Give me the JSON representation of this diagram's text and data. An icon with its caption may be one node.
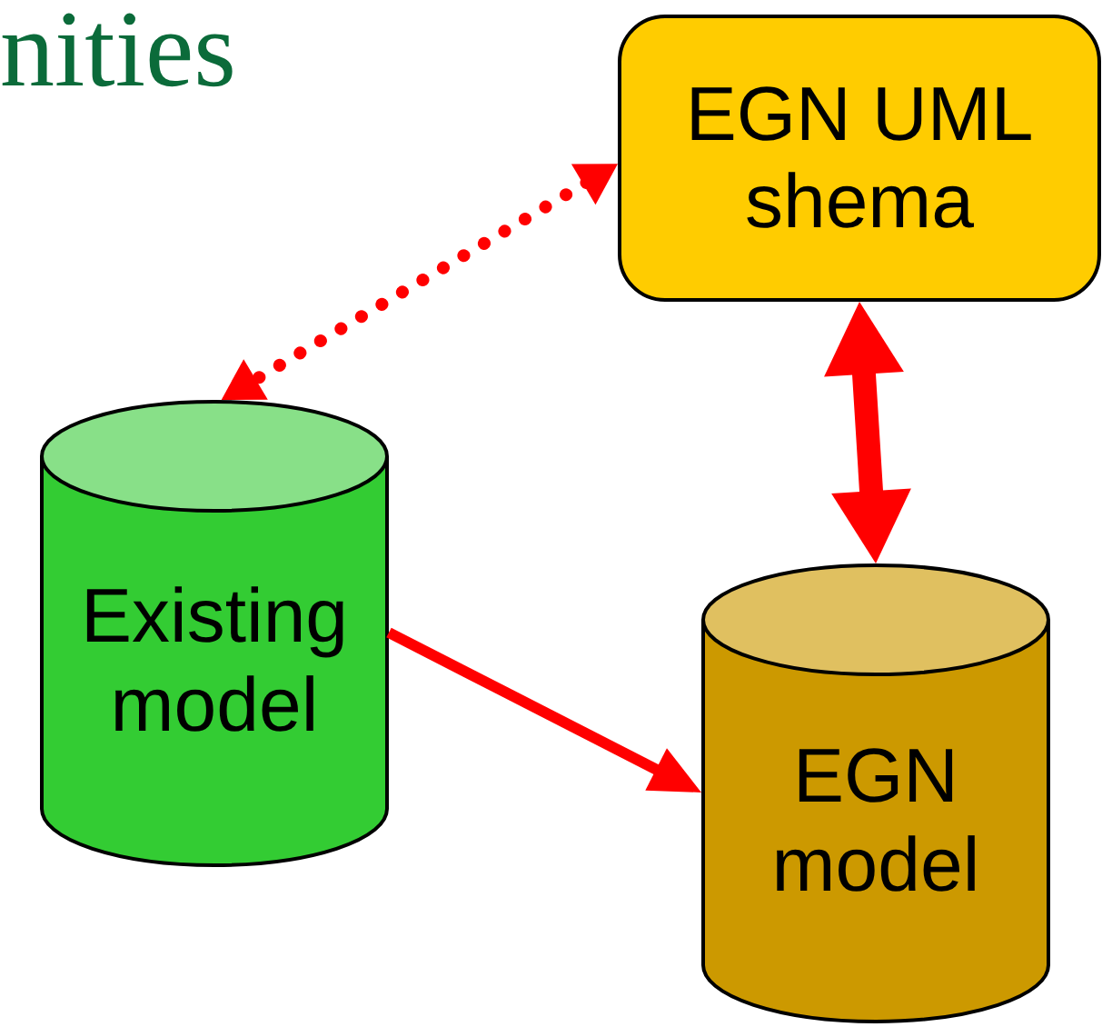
{
  "diagram": {
    "nodes": [
      {
        "text": [
          "EGN UML shema"
        ]
      },
      {
        "text": [
          "Existing model"
        ]
      },
      {
        "text": [
          "EGN model"
        ]
      }
    ],
    "edges": [
      {
        "from": 0,
        "to": 1,
        "arrow": "both",
        "style": "dashed"
      },
      {
        "from": 0,
        "to": 2,
        "arrow": "both",
        "style": "thick"
      },
      {
        "from": 1,
        "to": 2,
        "arrow": "to"
      }
    ],
    "labels": [
      "nities"
    ]
  }
}
